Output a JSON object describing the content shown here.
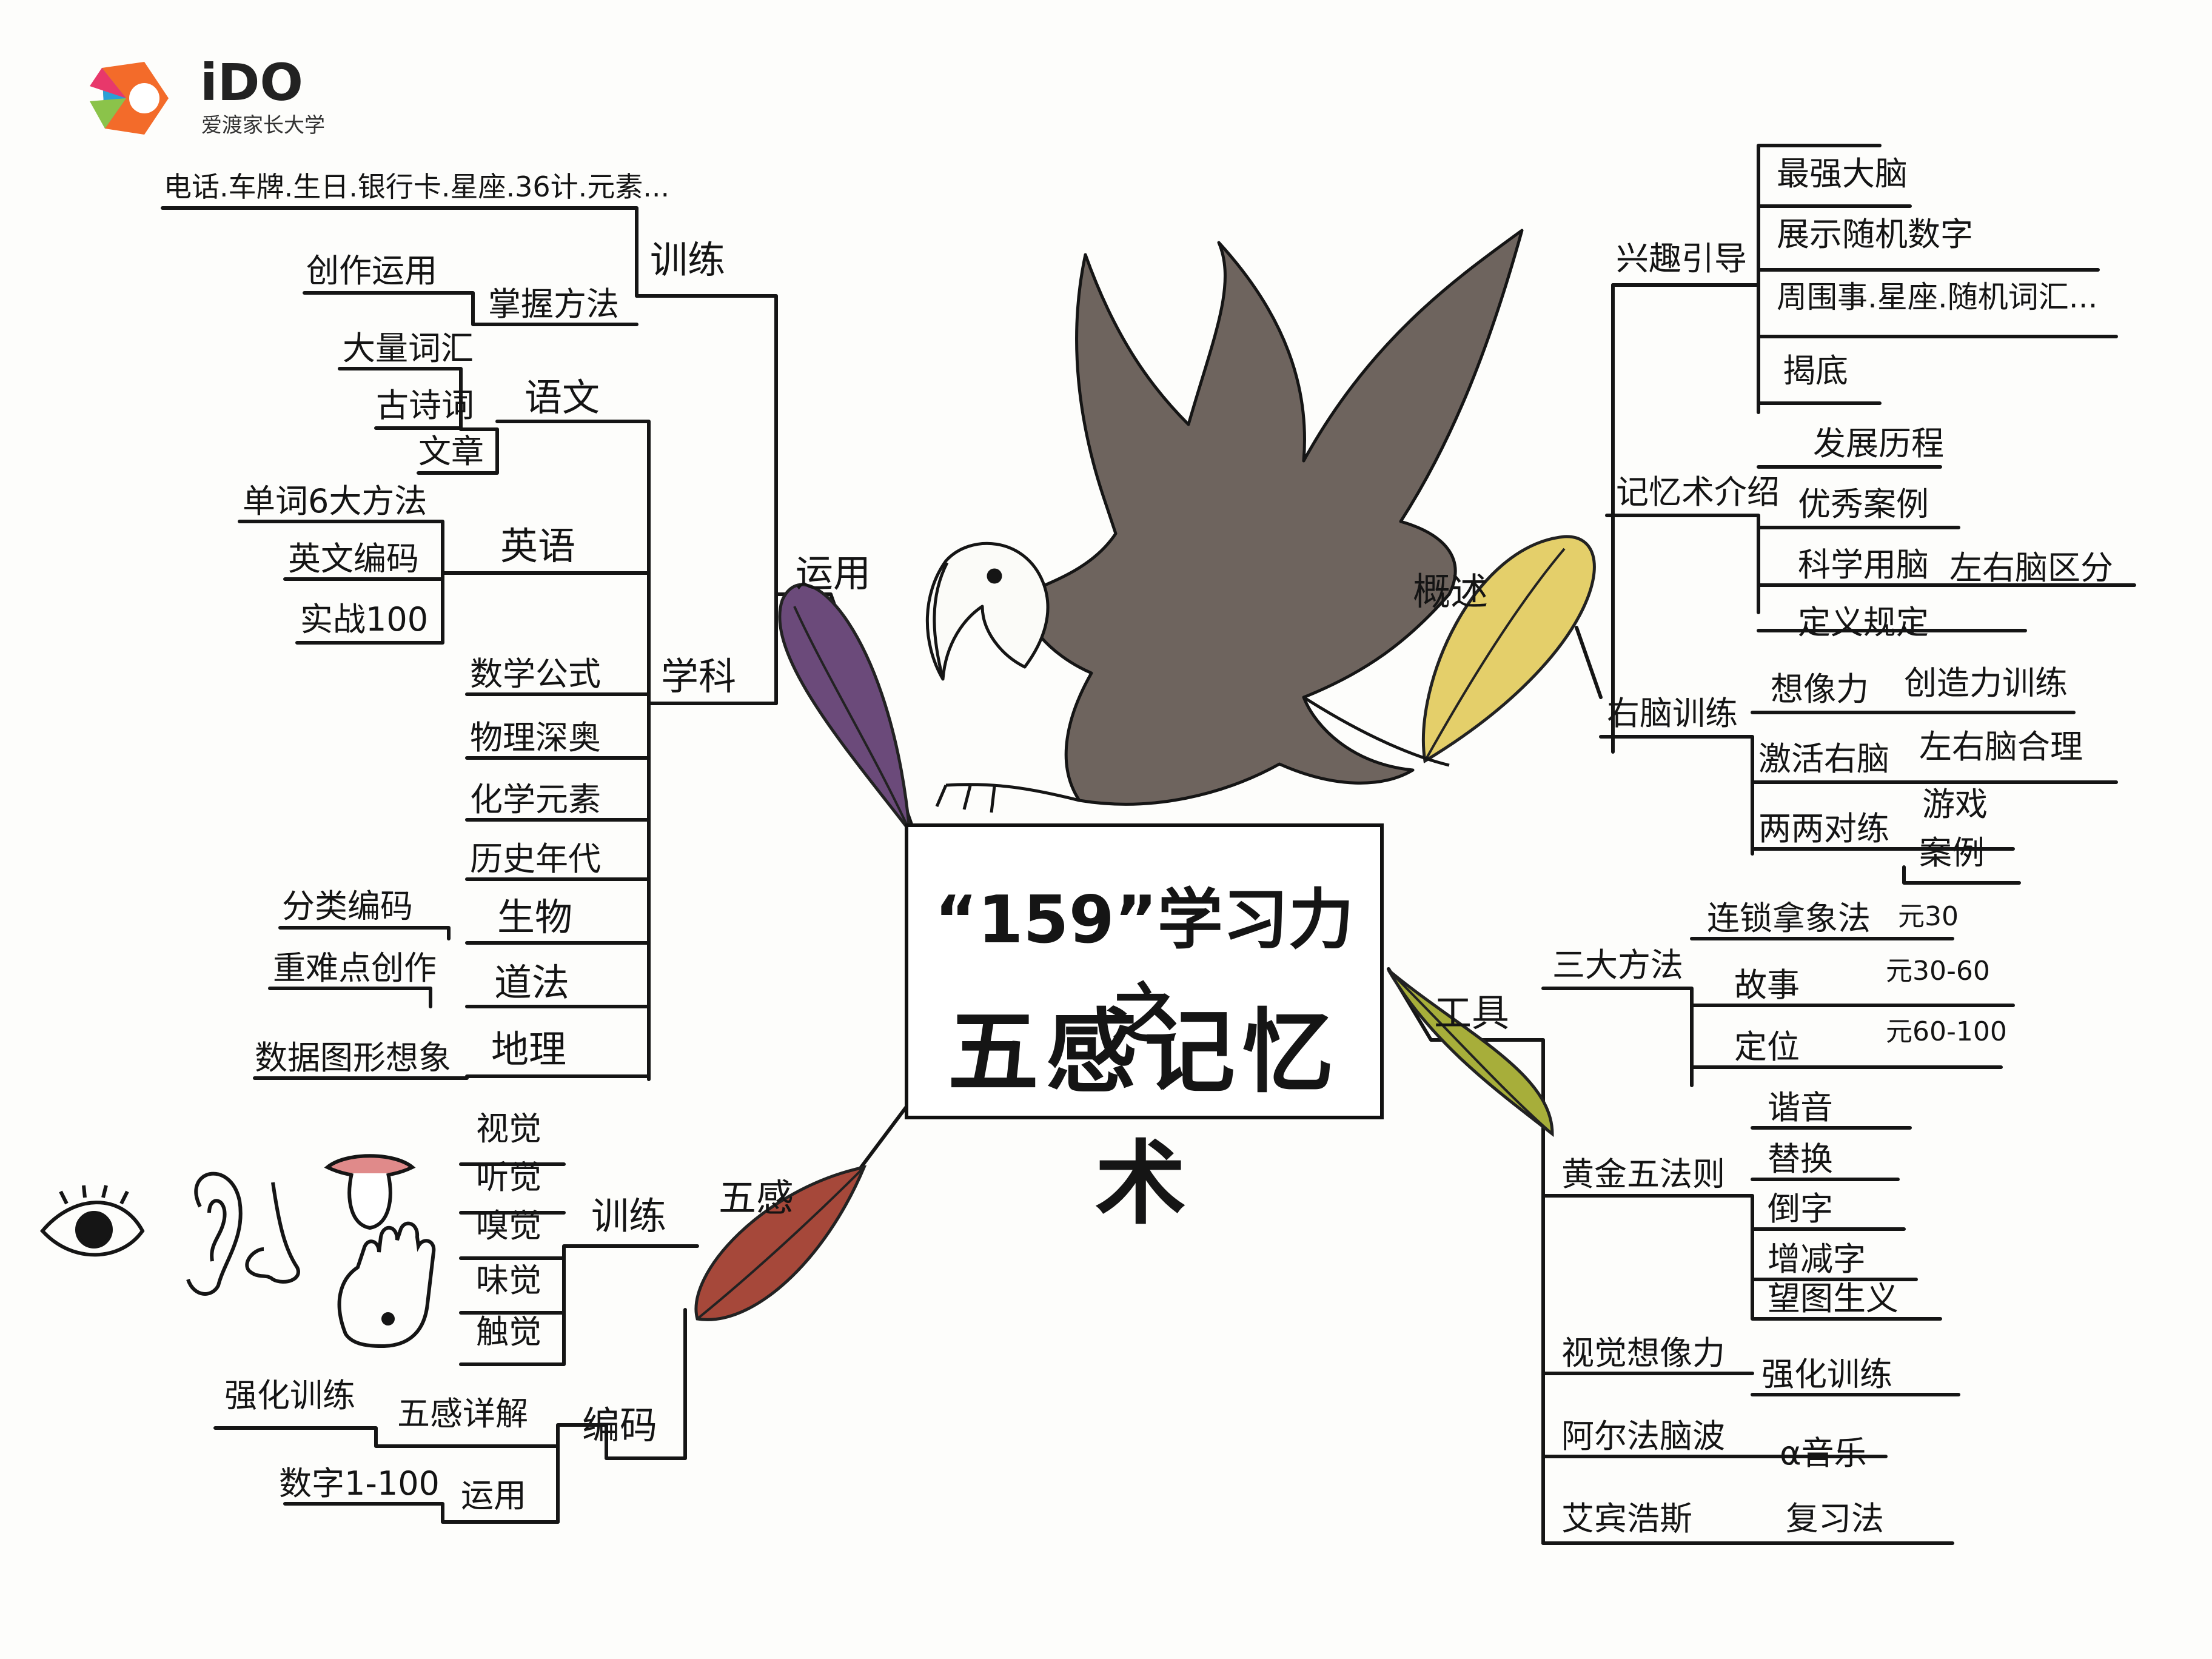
{
  "logo": {
    "brand": "iDO",
    "subtitle": "爱渡家长大学"
  },
  "center": {
    "line1": "“159”学习力之",
    "line2": "五感记忆术"
  },
  "colors": {
    "ink": "#141414",
    "leaf_purple": "#6b4a7a",
    "leaf_yellow": "#e4cf6a",
    "leaf_green": "#a7ae3a",
    "leaf_red": "#a6483a"
  },
  "icons": [
    "eagle-icon",
    "eye-icon",
    "ear-icon",
    "nose-icon",
    "tongue-icon",
    "hand-icon"
  ],
  "branches": {
    "yunyong": {
      "label": "运用",
      "xunlian": {
        "label": "训练",
        "items": [
          "电话.车牌.生日.银行卡.星座.36计.元素...",
          "掌握方法"
        ],
        "sub": "创作运用"
      },
      "xueke": {
        "label": "学科",
        "yuwen": {
          "label": "语文",
          "items": [
            "大量词汇",
            "古诗词",
            "文章"
          ]
        },
        "yingyu": {
          "label": "英语",
          "items": [
            "单词6大方法",
            "英文编码",
            "实战100"
          ]
        },
        "others": [
          "数学公式",
          "物理深奥",
          "化学元素",
          "历史年代"
        ],
        "shengwu": {
          "label": "生物",
          "sub": "分类编码"
        },
        "daofa": {
          "label": "道法",
          "sub": "重难点创作"
        },
        "dili": {
          "label": "地理",
          "sub": "数据图形想象"
        }
      }
    },
    "gaishu": {
      "label": "概述",
      "xingqu": {
        "label": "兴趣引导",
        "items": [
          "最强大脑",
          "展示随机数字",
          "周围事.星座.随机词汇...",
          "揭底"
        ]
      },
      "jiyishu": {
        "label": "记忆术介绍",
        "items": [
          "发展历程",
          "优秀案例",
          "科学用脑",
          "定义规定"
        ],
        "brain_split": "左右脑区分"
      },
      "younao": {
        "label": "右脑训练",
        "items": [
          "想像力",
          "激活右脑",
          "两两对练"
        ],
        "xiangxiang": "创造力训练",
        "jihuo": "左右脑合理",
        "lianglian": [
          "游戏",
          "案例"
        ]
      }
    },
    "gongju": {
      "label": "工具",
      "sanda": {
        "label": "三大方法",
        "items": [
          "连锁拿象法",
          "故事",
          "定位"
        ],
        "ranges": [
          "元30",
          "元30-60",
          "元60-100"
        ]
      },
      "huangjin": {
        "label": "黄金五法则",
        "items": [
          "谐音",
          "替换",
          "倒字",
          "增减字",
          "望图生义"
        ]
      },
      "shijue": {
        "label": "视觉想像力",
        "sub": "强化训练"
      },
      "alpha": {
        "label": "阿尔法脑波",
        "sub": "α音乐"
      },
      "aibin": {
        "label": "艾宾浩斯",
        "sub": "复习法"
      }
    },
    "wugan": {
      "label": "五感",
      "xunlian": {
        "label": "训练",
        "items": [
          "视觉",
          "听觉",
          "嗅觉",
          "味觉",
          "触觉"
        ]
      },
      "bianma": {
        "label": "编码",
        "xiangjie": {
          "label": "五感详解",
          "sub": "强化训练"
        },
        "yunyong": {
          "label": "运用",
          "sub": "数字1-100"
        }
      }
    }
  }
}
